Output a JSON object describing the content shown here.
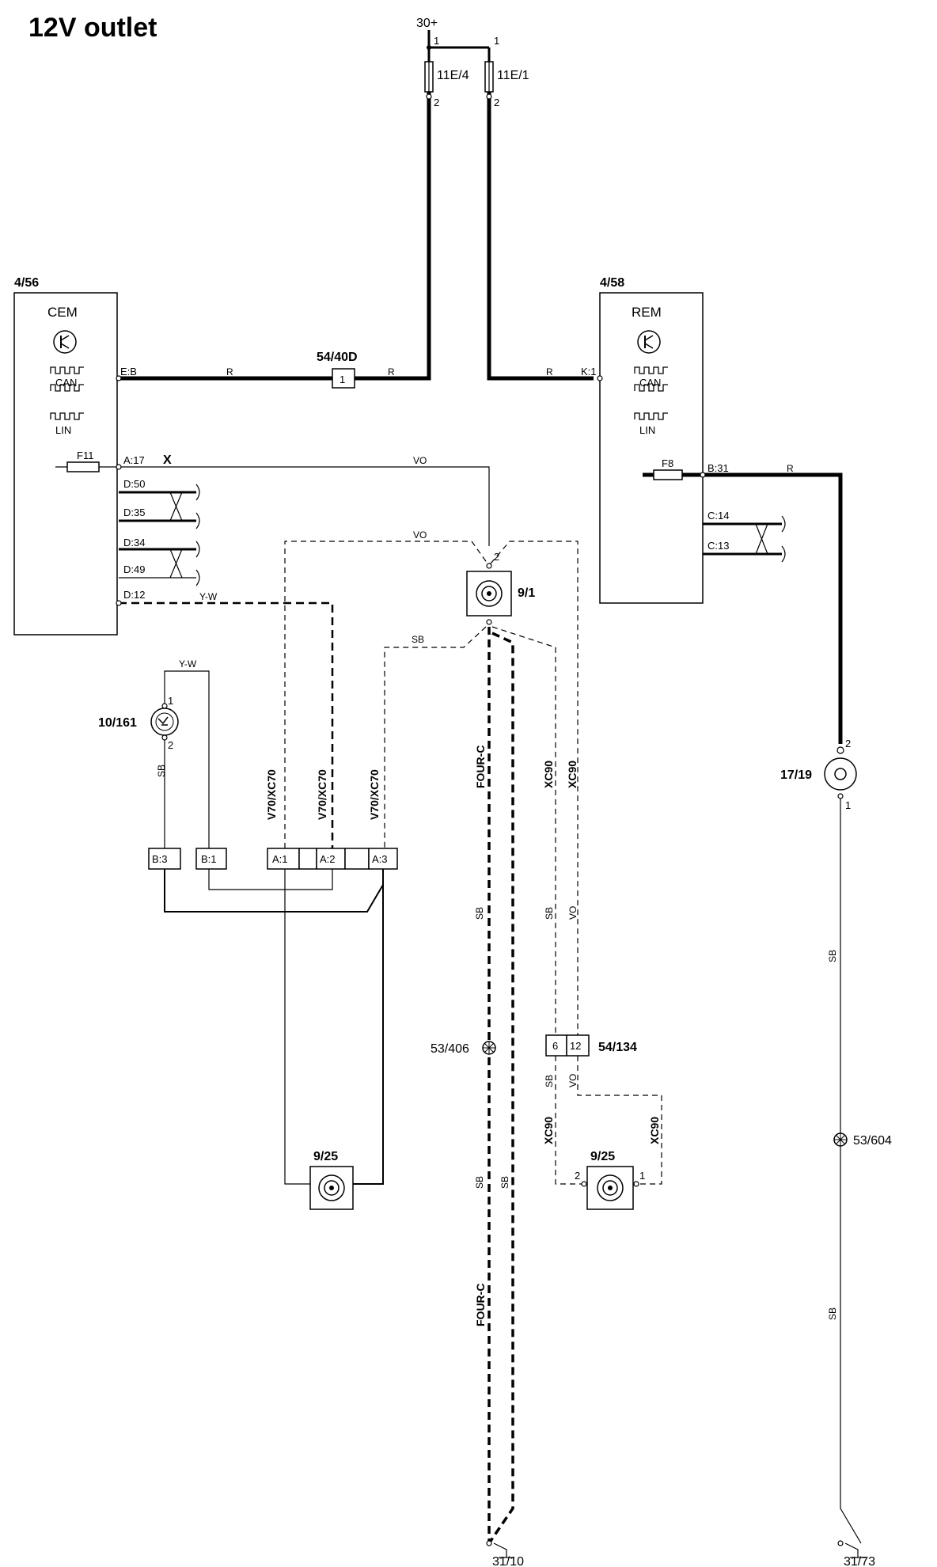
{
  "title": "12V outlet",
  "supply": {
    "label": "30+",
    "ground_left": "31/10",
    "ground_right": "31/73"
  },
  "fuses": [
    {
      "id": "11E/4",
      "pin_top": "1",
      "pin_bottom": "2"
    },
    {
      "id": "11E/1",
      "pin_top": "1",
      "pin_bottom": "2"
    }
  ],
  "modules": {
    "cem": {
      "ref": "4/56",
      "name": "CEM",
      "can": "CAN",
      "lin": "LIN",
      "fuse": "F11",
      "pins": [
        "E:B",
        "A:17",
        "D:50",
        "D:35",
        "D:34",
        "D:49",
        "D:12"
      ]
    },
    "rem": {
      "ref": "4/58",
      "name": "REM",
      "can": "CAN",
      "lin": "LIN",
      "fuse": "F8",
      "pins": [
        "K:1",
        "B:31",
        "C:14",
        "C:13"
      ]
    }
  },
  "connectors": {
    "c5440d": {
      "ref": "54/40D",
      "pin": "1"
    },
    "c54134": {
      "ref": "54/134",
      "pins": [
        "6",
        "12"
      ]
    },
    "c_block": {
      "pins": [
        "B:3",
        "B:1",
        "A:1",
        "A:2",
        "A:3"
      ]
    }
  },
  "components": {
    "outlet_9_1": {
      "ref": "9/1",
      "pin_top": "2"
    },
    "sensor_10_161": {
      "ref": "10/161",
      "pin_top": "1",
      "pin_bottom": "2"
    },
    "outlet_17_19": {
      "ref": "17/19",
      "pin_top": "2",
      "pin_bottom": "1"
    },
    "outlet_9_25_left": {
      "ref": "9/25"
    },
    "outlet_9_25_right": {
      "ref": "9/25",
      "pin_left": "2",
      "pin_right": "1"
    },
    "splice_53_406": {
      "ref": "53/406"
    },
    "splice_53_604": {
      "ref": "53/604"
    }
  },
  "wire_colors": {
    "r": "R",
    "vo": "VO",
    "yw": "Y-W",
    "sb": "SB",
    "x_mark": "X"
  },
  "variants": {
    "v70xc70": "V70/XC70",
    "fourc": "FOUR-C",
    "xc90": "XC90"
  }
}
